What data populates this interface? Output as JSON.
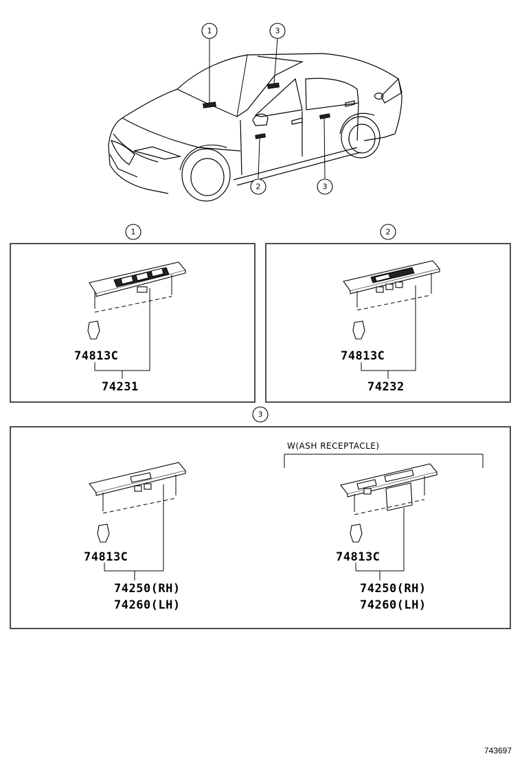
{
  "callouts": {
    "top_left": "1",
    "top_center": "3",
    "lower_front_door": "2",
    "lower_rear_door": "3",
    "panel1_header": "1",
    "panel2_header": "2",
    "panel3_header": "3"
  },
  "panel1": {
    "clip_part": "74813C",
    "switch_part": "74231"
  },
  "panel2": {
    "clip_part": "74813C",
    "switch_part": "74232"
  },
  "panel3": {
    "left": {
      "clip_part": "74813C",
      "switch_part_rh": "74250(RH)",
      "switch_part_lh": "74260(LH)"
    },
    "right": {
      "variant_note": "W(ASH RECEPTACLE)",
      "clip_part": "74813C",
      "switch_part_rh": "74250(RH)",
      "switch_part_lh": "74260(LH)"
    }
  },
  "diagram_code": "743697"
}
